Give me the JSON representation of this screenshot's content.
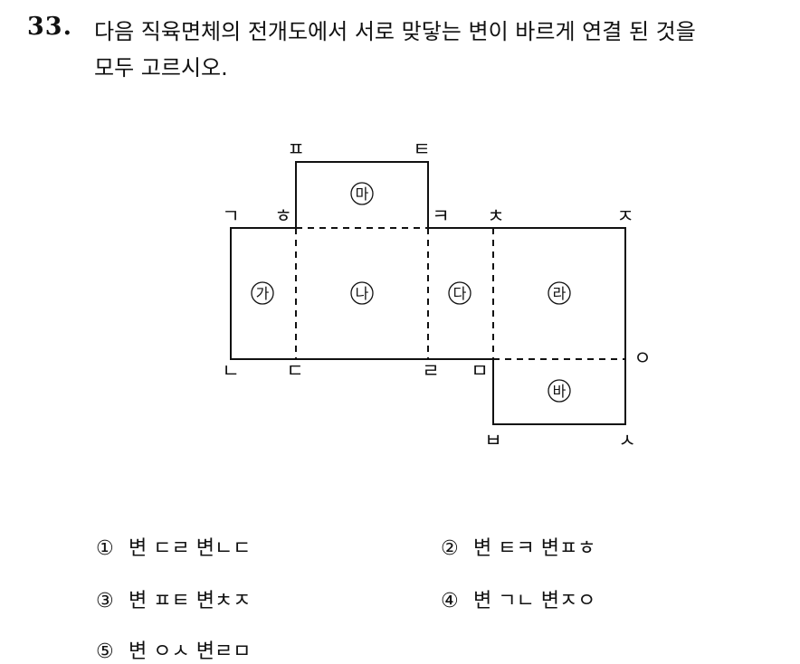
{
  "question": {
    "number": "33.",
    "line1": "다음 직육면체의 전개도에서 서로 맞닿는 변이 바르게 연결 된 것을",
    "line2": "모두 고르시오."
  },
  "figure": {
    "vertex_labels": {
      "p": "ㅍ",
      "t": "ㅌ",
      "g": "ㄱ",
      "h": "ㅎ",
      "k": "ㅋ",
      "ch": "ㅊ",
      "j": "ㅈ",
      "n": "ㄴ",
      "d": "ㄷ",
      "r": "ㄹ",
      "m": "ㅁ",
      "o": "ㅇ",
      "b": "ㅂ",
      "s": "ㅅ"
    },
    "faces": {
      "ga": "가",
      "na": "나",
      "da": "다",
      "ra": "라",
      "ma": "마",
      "ba": "바"
    }
  },
  "options": [
    {
      "num": "①",
      "text": "변 ㄷㄹ 변ㄴㄷ"
    },
    {
      "num": "②",
      "text": "변 ㅌㅋ 변ㅍㅎ"
    },
    {
      "num": "③",
      "text": "변 ㅍㅌ 변ㅊㅈ"
    },
    {
      "num": "④",
      "text": "변 ㄱㄴ 변ㅈㅇ"
    },
    {
      "num": "⑤",
      "text": "변 ㅇㅅ 변ㄹㅁ"
    }
  ]
}
